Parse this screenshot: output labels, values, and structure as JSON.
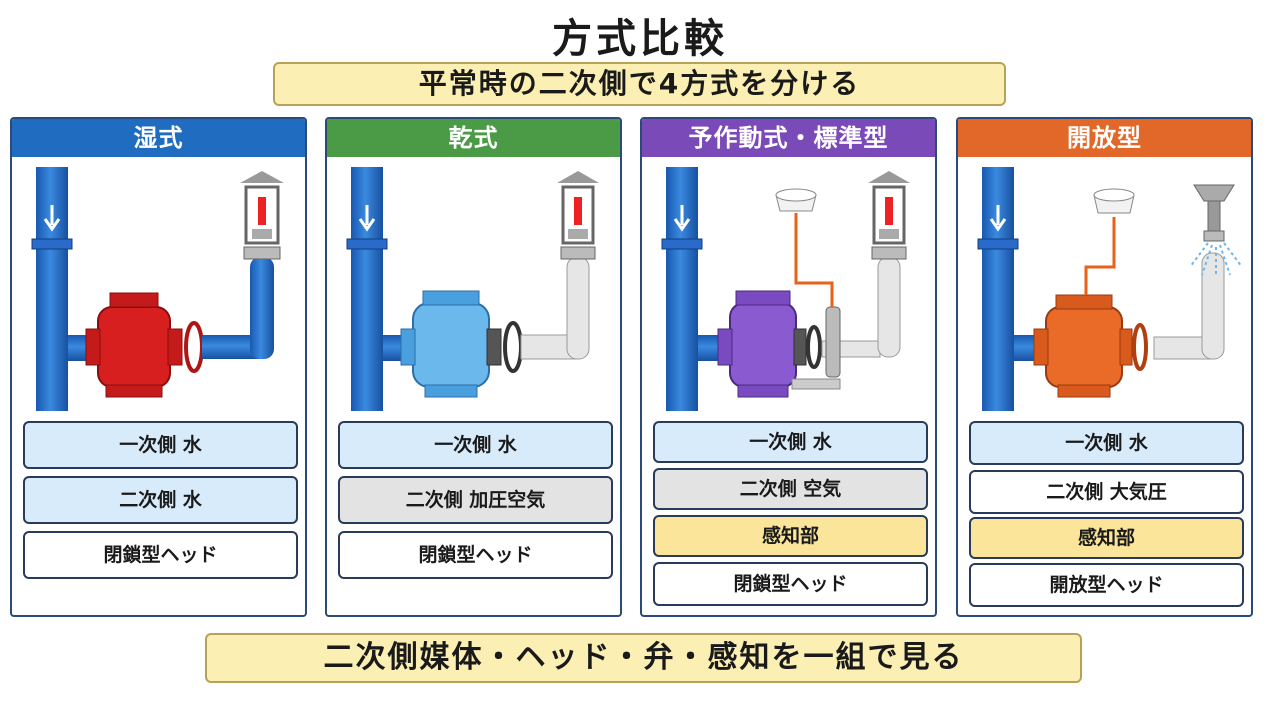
{
  "title": "方式比較",
  "subtitle": "平常時の二次側で4方式を分ける",
  "footer": "二次側媒体・ヘッド・弁・感知を一組で見る",
  "colors": {
    "wet": "#1f6cc0",
    "dry": "#4a9a46",
    "preaction": "#7a4ab8",
    "deluge": "#e2682a",
    "water_box": "#d8ebfb",
    "air_box": "#e3e3e3",
    "sensor_box": "#fae59a",
    "head_box": "#ffffff",
    "banner": "#fbefb4"
  },
  "panels": [
    {
      "id": "wet",
      "header": "湿式",
      "valve_color": "red",
      "secondary_pipe": "blue",
      "sensor": false,
      "head_type": "closed",
      "rows": [
        {
          "label": "一次側 水",
          "kind": "water"
        },
        {
          "label": "二次側 水",
          "kind": "water"
        },
        {
          "label": "閉鎖型ヘッド",
          "kind": "head"
        }
      ]
    },
    {
      "id": "dry",
      "header": "乾式",
      "valve_color": "light-blue",
      "secondary_pipe": "gray",
      "sensor": false,
      "head_type": "closed",
      "rows": [
        {
          "label": "一次側 水",
          "kind": "water"
        },
        {
          "label": "二次側 加圧空気",
          "kind": "air"
        },
        {
          "label": "閉鎖型ヘッド",
          "kind": "head"
        }
      ]
    },
    {
      "id": "preaction",
      "header": "予作動式・標準型",
      "valve_color": "purple",
      "secondary_pipe": "gray",
      "sensor": true,
      "head_type": "closed",
      "rows": [
        {
          "label": "一次側 水",
          "kind": "water"
        },
        {
          "label": "二次側 空気",
          "kind": "air"
        },
        {
          "label": "感知部",
          "kind": "sensor"
        },
        {
          "label": "閉鎖型ヘッド",
          "kind": "head"
        }
      ]
    },
    {
      "id": "deluge",
      "header": "開放型",
      "valve_color": "orange",
      "secondary_pipe": "gray",
      "sensor": true,
      "head_type": "open",
      "rows": [
        {
          "label": "一次側 水",
          "kind": "water"
        },
        {
          "label": "二次側 大気圧",
          "kind": "head"
        },
        {
          "label": "感知部",
          "kind": "sensor"
        },
        {
          "label": "開放型ヘッド",
          "kind": "head"
        }
      ]
    }
  ]
}
